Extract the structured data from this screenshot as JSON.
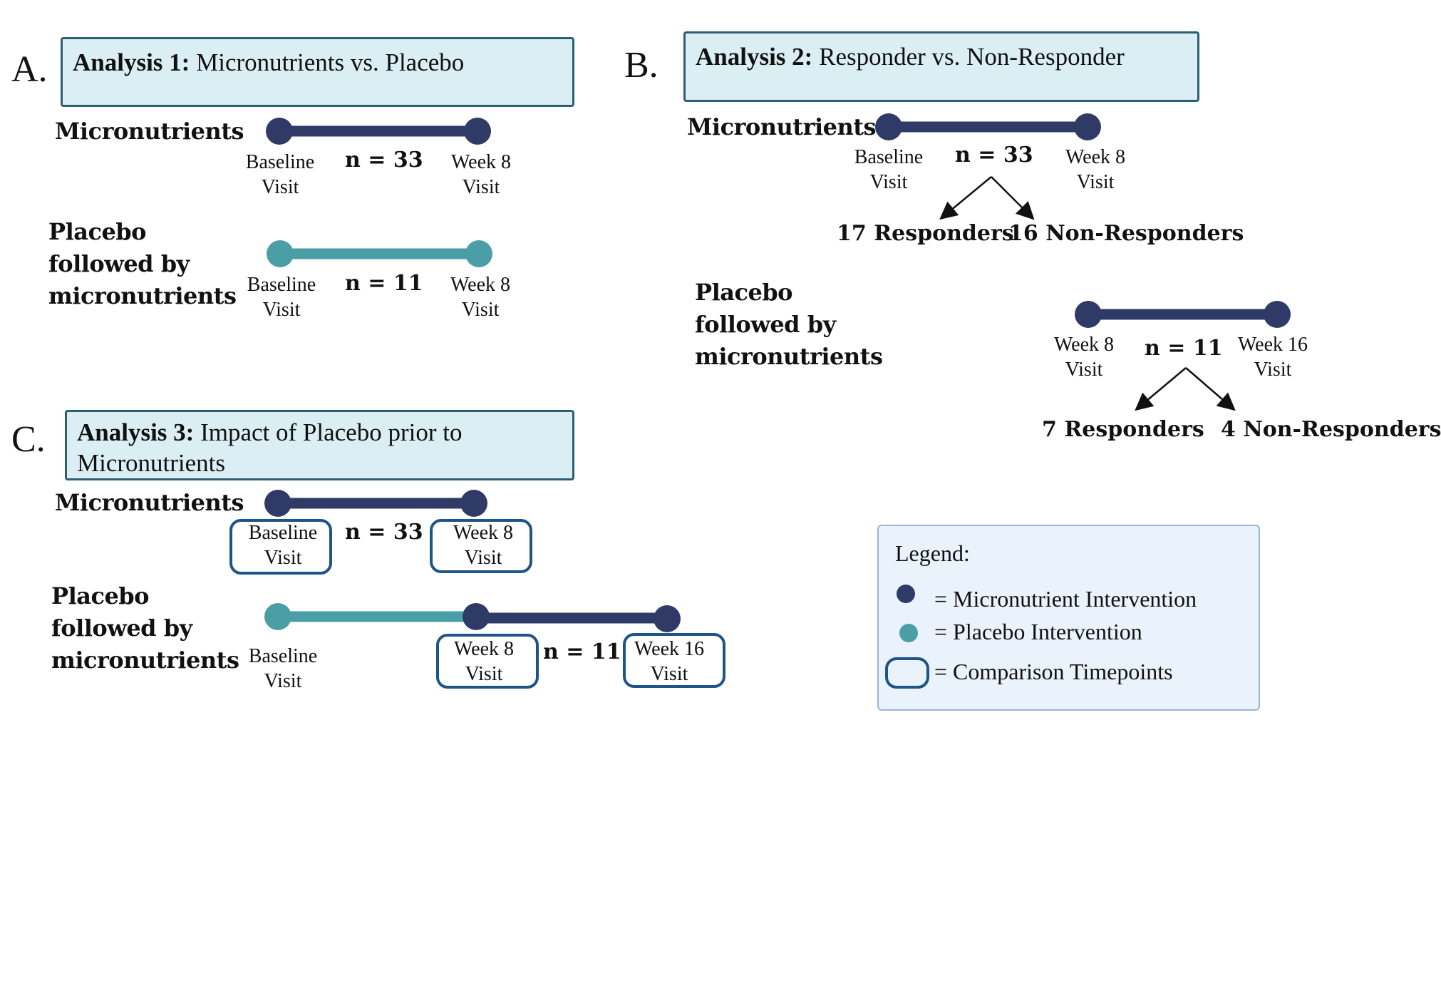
{
  "colors": {
    "micronutrient": "#2f3b66",
    "placebo": "#4a9ea6",
    "comparison_border": "#1e5588",
    "title_fill": "#daeef4"
  },
  "panelA": {
    "letter": "A.",
    "title_bold": "Analysis 1:",
    "title_rest": " Micronutrients vs. Placebo",
    "row1_label": "Micronutrients",
    "row1_start": "Baseline\nVisit",
    "row1_end": "Week 8\nVisit",
    "row1_n": "n = 33",
    "row2_label": "Placebo\nfollowed by\nmicronutrients",
    "row2_start": "Baseline\nVisit",
    "row2_end": "Week 8\nVisit",
    "row2_n": "n = 11"
  },
  "panelB": {
    "letter": "B.",
    "title_bold": "Analysis 2:",
    "title_rest": " Responder vs. Non-Responder",
    "row1_label": "Micronutrients",
    "row1_start": "Baseline\nVisit",
    "row1_end": "Week 8\nVisit",
    "row1_n": "n = 33",
    "row1_responders": "17 Responders",
    "row1_nonresponders": "16 Non-Responders",
    "row2_label": "Placebo\nfollowed by\nmicronutrients",
    "row2_start": "Week 8\nVisit",
    "row2_end": "Week 16\nVisit",
    "row2_n": "n = 11",
    "row2_responders": "7 Responders",
    "row2_nonresponders": "4 Non-Responders"
  },
  "panelC": {
    "letter": "C.",
    "title_bold": "Analysis 3:",
    "title_rest": " Impact of Placebo prior to Micronutrients",
    "row1_label": "Micronutrients",
    "row1_start": "Baseline\nVisit",
    "row1_end": "Week 8\nVisit",
    "row1_n": "n = 33",
    "row2_label": "Placebo\nfollowed by\nmicronutrients",
    "row2_start": "Baseline\nVisit",
    "row2_mid": "Week 8\nVisit",
    "row2_end": "Week 16\nVisit",
    "row2_n": "n = 11"
  },
  "legend": {
    "title": "Legend:",
    "micronutrient": "= Micronutrient Intervention",
    "placebo": "= Placebo Intervention",
    "comparison": "= Comparison Timepoints"
  }
}
